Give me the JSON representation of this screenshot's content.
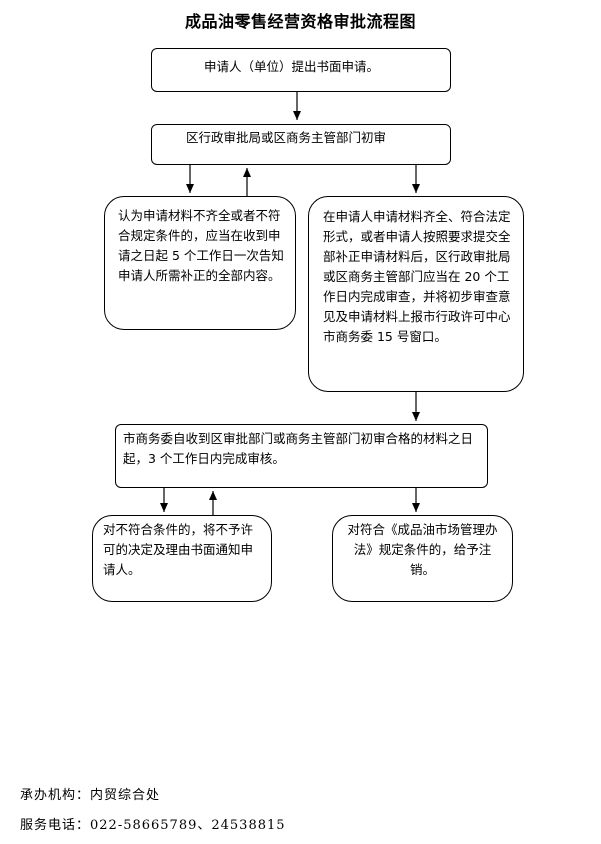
{
  "title": "成品油零售经营资格审批流程图",
  "steps": {
    "apply": "申请人（单位）提出书面申请。",
    "district_review": "区行政审批局或区商务主管部门初审",
    "incomplete": "认为申请材料不齐全或者不符合规定条件的，应当在收到申请之日起 5 个工作日一次告知申请人所需补正的全部内容。",
    "complete": "在申请人申请材料齐全、符合法定形式，或者申请人按照要求提交全部补正申请材料后，区行政审批局或区商务主管部门应当在 20 个工作日内完成审查，并将初步审查意见及申请材料上报市行政许可中心市商务委 15 号窗口。",
    "city_review": "市商务委自收到区审批部门或商务主管部门初审合格的材料之日起，3 个工作日内完成审核。",
    "reject": "对不符合条件的，将不予许可的决定及理由书面通知申请人。",
    "cancel": "对符合《成品油市场管理办法》规定条件的，给予注销。"
  },
  "footer": {
    "agency": "承办机构：内贸综合处",
    "phone": "服务电话：022-58665789、24538815"
  }
}
